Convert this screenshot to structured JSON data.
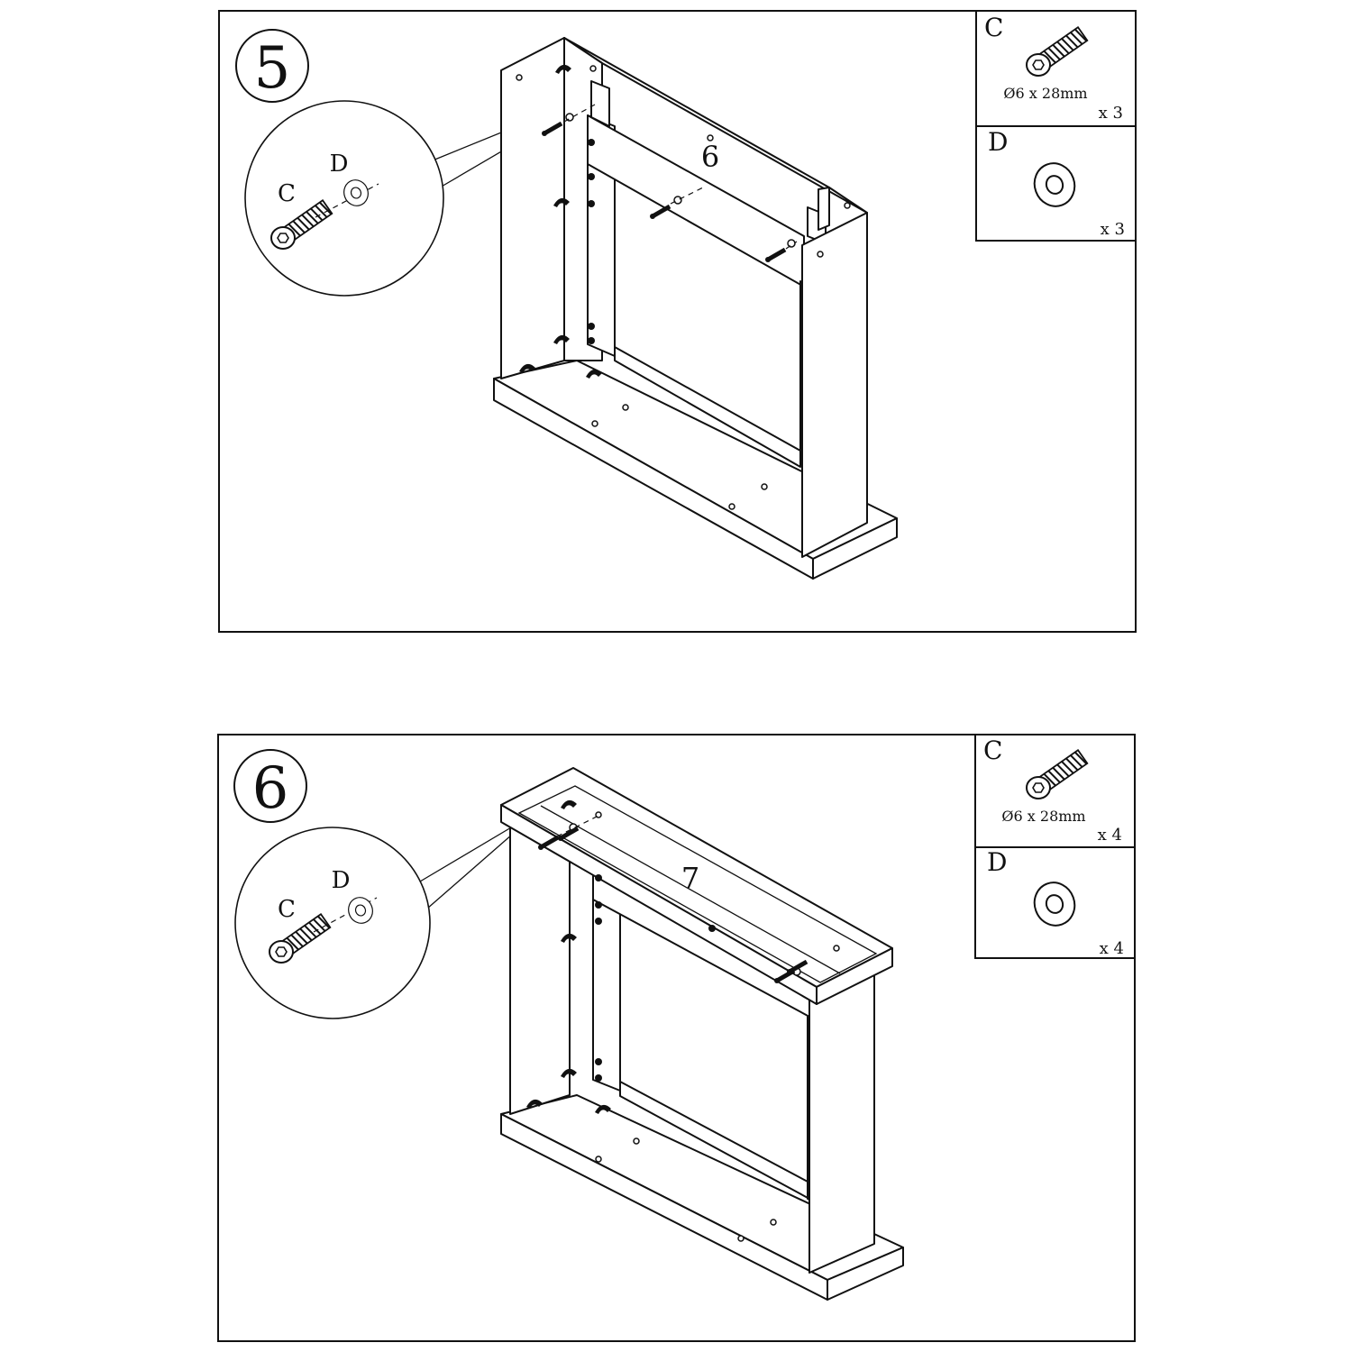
{
  "steps": [
    {
      "number": "5",
      "panel_label": "6",
      "callout": {
        "screw_label": "C",
        "washer_label": "D"
      },
      "parts": [
        {
          "letter": "C",
          "spec": "Ø6 x 28mm",
          "qty": "x 3",
          "icon": "hex-socket-screw-icon"
        },
        {
          "letter": "D",
          "spec": "",
          "qty": "x 3",
          "icon": "flat-washer-icon"
        }
      ]
    },
    {
      "number": "6",
      "panel_label": "7",
      "callout": {
        "screw_label": "C",
        "washer_label": "D"
      },
      "parts": [
        {
          "letter": "C",
          "spec": "Ø6 x 28mm",
          "qty": "x 4",
          "icon": "hex-socket-screw-icon"
        },
        {
          "letter": "D",
          "spec": "",
          "qty": "x 4",
          "icon": "flat-washer-icon"
        }
      ]
    }
  ],
  "colors": {
    "line": "#111111",
    "background": "#ffffff"
  }
}
